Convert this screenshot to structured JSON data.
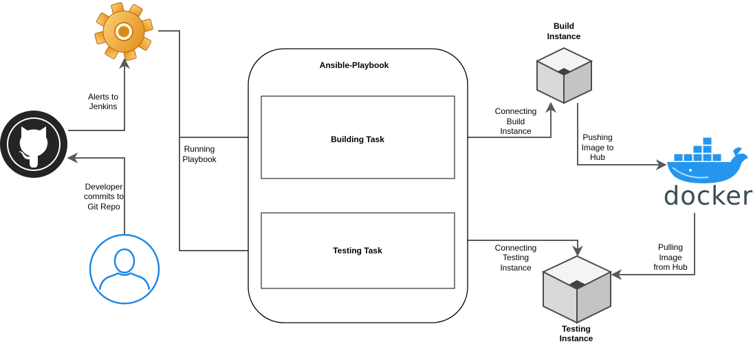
{
  "diagram": {
    "container": {
      "title": "Ansible-Playbook"
    },
    "tasks": {
      "build": "Building Task",
      "test": "Testing Task"
    },
    "nodes": {
      "build_instance": [
        "Build",
        "Instance"
      ],
      "testing_instance": [
        "Testing",
        "Instance"
      ],
      "docker": "docker"
    },
    "edge_labels": {
      "alerts": [
        "Alerts to",
        "Jenkins"
      ],
      "developer": [
        "Developer",
        "commits to",
        "Git Repo"
      ],
      "running": [
        "Running",
        "Playbook"
      ],
      "connect_build": [
        "Connecting",
        "Build",
        "Instance"
      ],
      "connect_test": [
        "Connecting",
        "Testing",
        "Instance"
      ],
      "pushing": [
        "Pushing",
        "Image to",
        "Hub"
      ],
      "pulling": [
        "Pulling",
        "Image",
        "from Hub"
      ]
    },
    "colors": {
      "edge": "#56595d",
      "jenkins_gear": "#f2a93b",
      "github": "#242424",
      "user_outline": "#1e88e5",
      "docker_blue": "#2496ed",
      "docker_text": "#394d54",
      "instance_box": "#dcdcdc"
    },
    "icons": [
      "jenkins-gear-icon",
      "github-icon",
      "user-icon",
      "server-cube-icon",
      "docker-whale-icon"
    ]
  }
}
